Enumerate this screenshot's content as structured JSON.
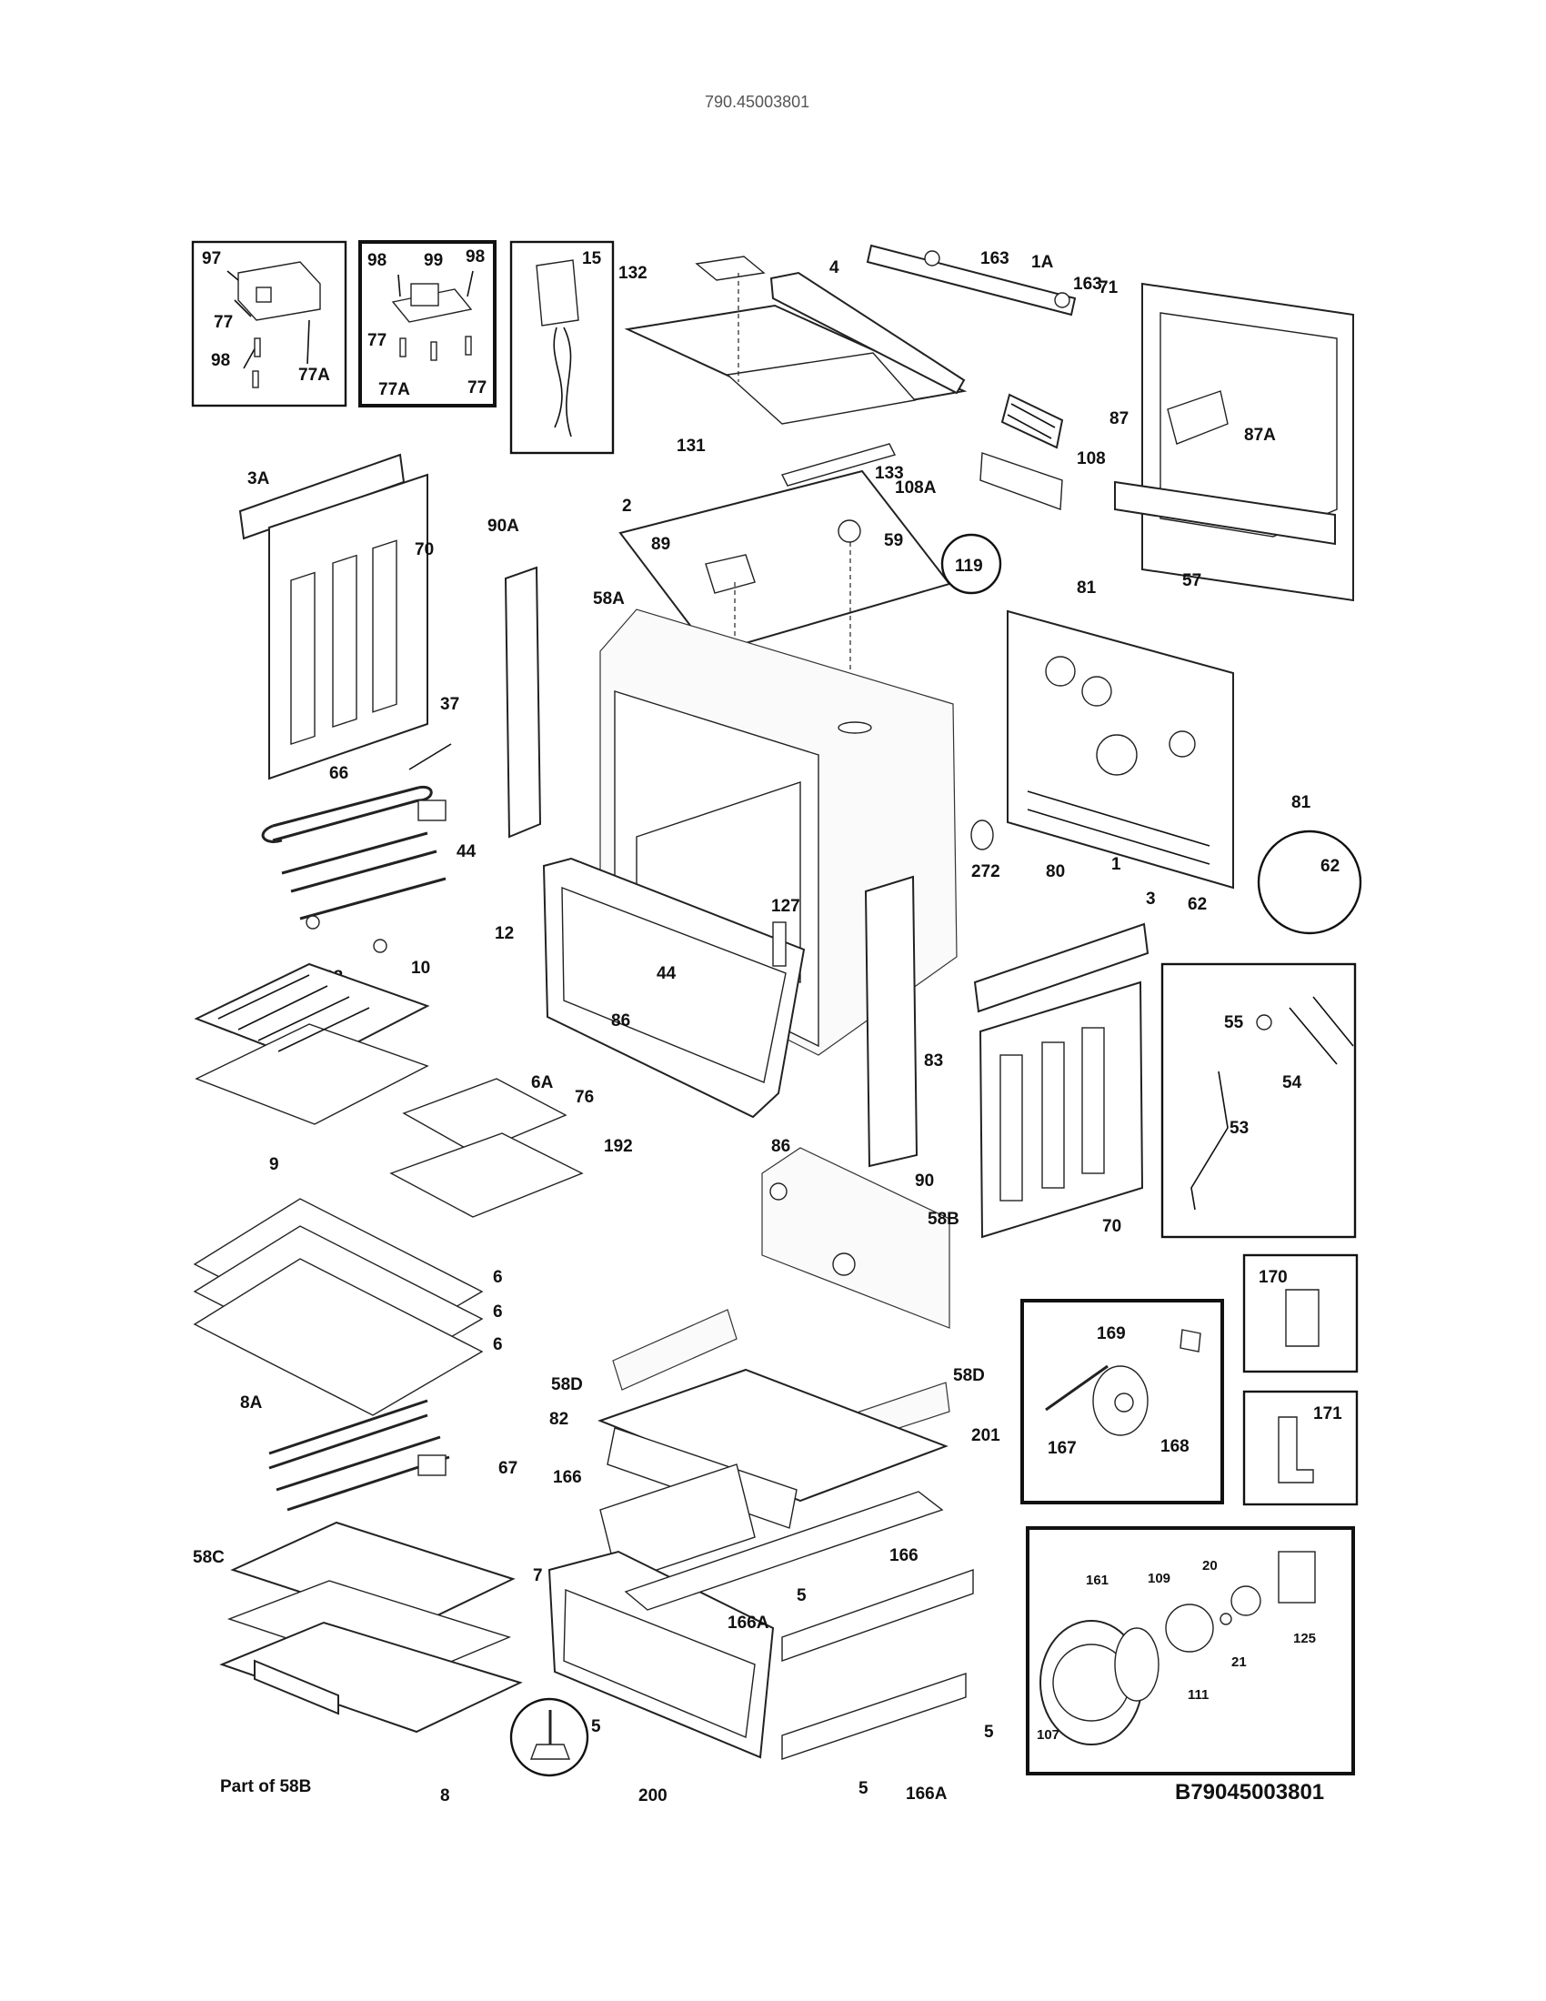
{
  "header": {
    "doc_number": "790.45003801"
  },
  "footer": {
    "drawing_id": "B79045003801"
  },
  "part_labels": {
    "p97": "97",
    "p77_a": "77",
    "p98_a": "98",
    "p77A_a": "77A",
    "p98_b": "98",
    "p99": "99",
    "p98_c": "98",
    "p77_b": "77",
    "p77A_b": "77A",
    "p77_c": "77",
    "p15": "15",
    "p132": "132",
    "p4": "4",
    "p131": "131",
    "p163_a": "163",
    "p1A": "1A",
    "p163_b": "163",
    "p71": "71",
    "p87": "87",
    "p87A": "87A",
    "p108": "108",
    "p108A": "108A",
    "p133": "133",
    "p3A": "3A",
    "p70_a": "70",
    "p90A": "90A",
    "p2": "2",
    "p89": "89",
    "p59": "59",
    "p58A": "58A",
    "p119": "119",
    "p81_a": "81",
    "p57": "57",
    "p81_b": "81",
    "p37": "37",
    "p66": "66",
    "p44_a": "44",
    "p12": "12",
    "p68": "68",
    "p127": "127",
    "p44_b": "44",
    "p86_a": "86",
    "p272": "272",
    "p80": "80",
    "p1": "1",
    "p62_a": "62",
    "p62_b": "62",
    "p3": "3",
    "p10": "10",
    "p9": "9",
    "p6A": "6A",
    "p192": "192",
    "p76": "76",
    "p86_b": "86",
    "p83": "83",
    "p90": "90",
    "p55": "55",
    "p54": "54",
    "p53": "53",
    "p70_b": "70",
    "p58B": "58B",
    "p170": "170",
    "p169": "169",
    "p168": "168",
    "p167": "167",
    "p171": "171",
    "p6_a": "6",
    "p6_b": "6",
    "p6_c": "6",
    "p8A": "8A",
    "p67": "67",
    "p58D_a": "58D",
    "p58D_b": "58D",
    "p82": "82",
    "p201": "201",
    "p166_a": "166",
    "p58C": "58C",
    "p7": "7",
    "p166_b": "166",
    "p5_a": "5",
    "p166A_a": "166A",
    "p20": "20",
    "p109": "109",
    "p161": "161",
    "p125": "125",
    "p21": "21",
    "p111": "111",
    "p107": "107",
    "p5_b": "5",
    "p5_c": "5",
    "p5_d": "5",
    "p166A_b": "166A",
    "p200": "200",
    "p8": "8",
    "p_part_of_58B": "Part of 58B"
  }
}
